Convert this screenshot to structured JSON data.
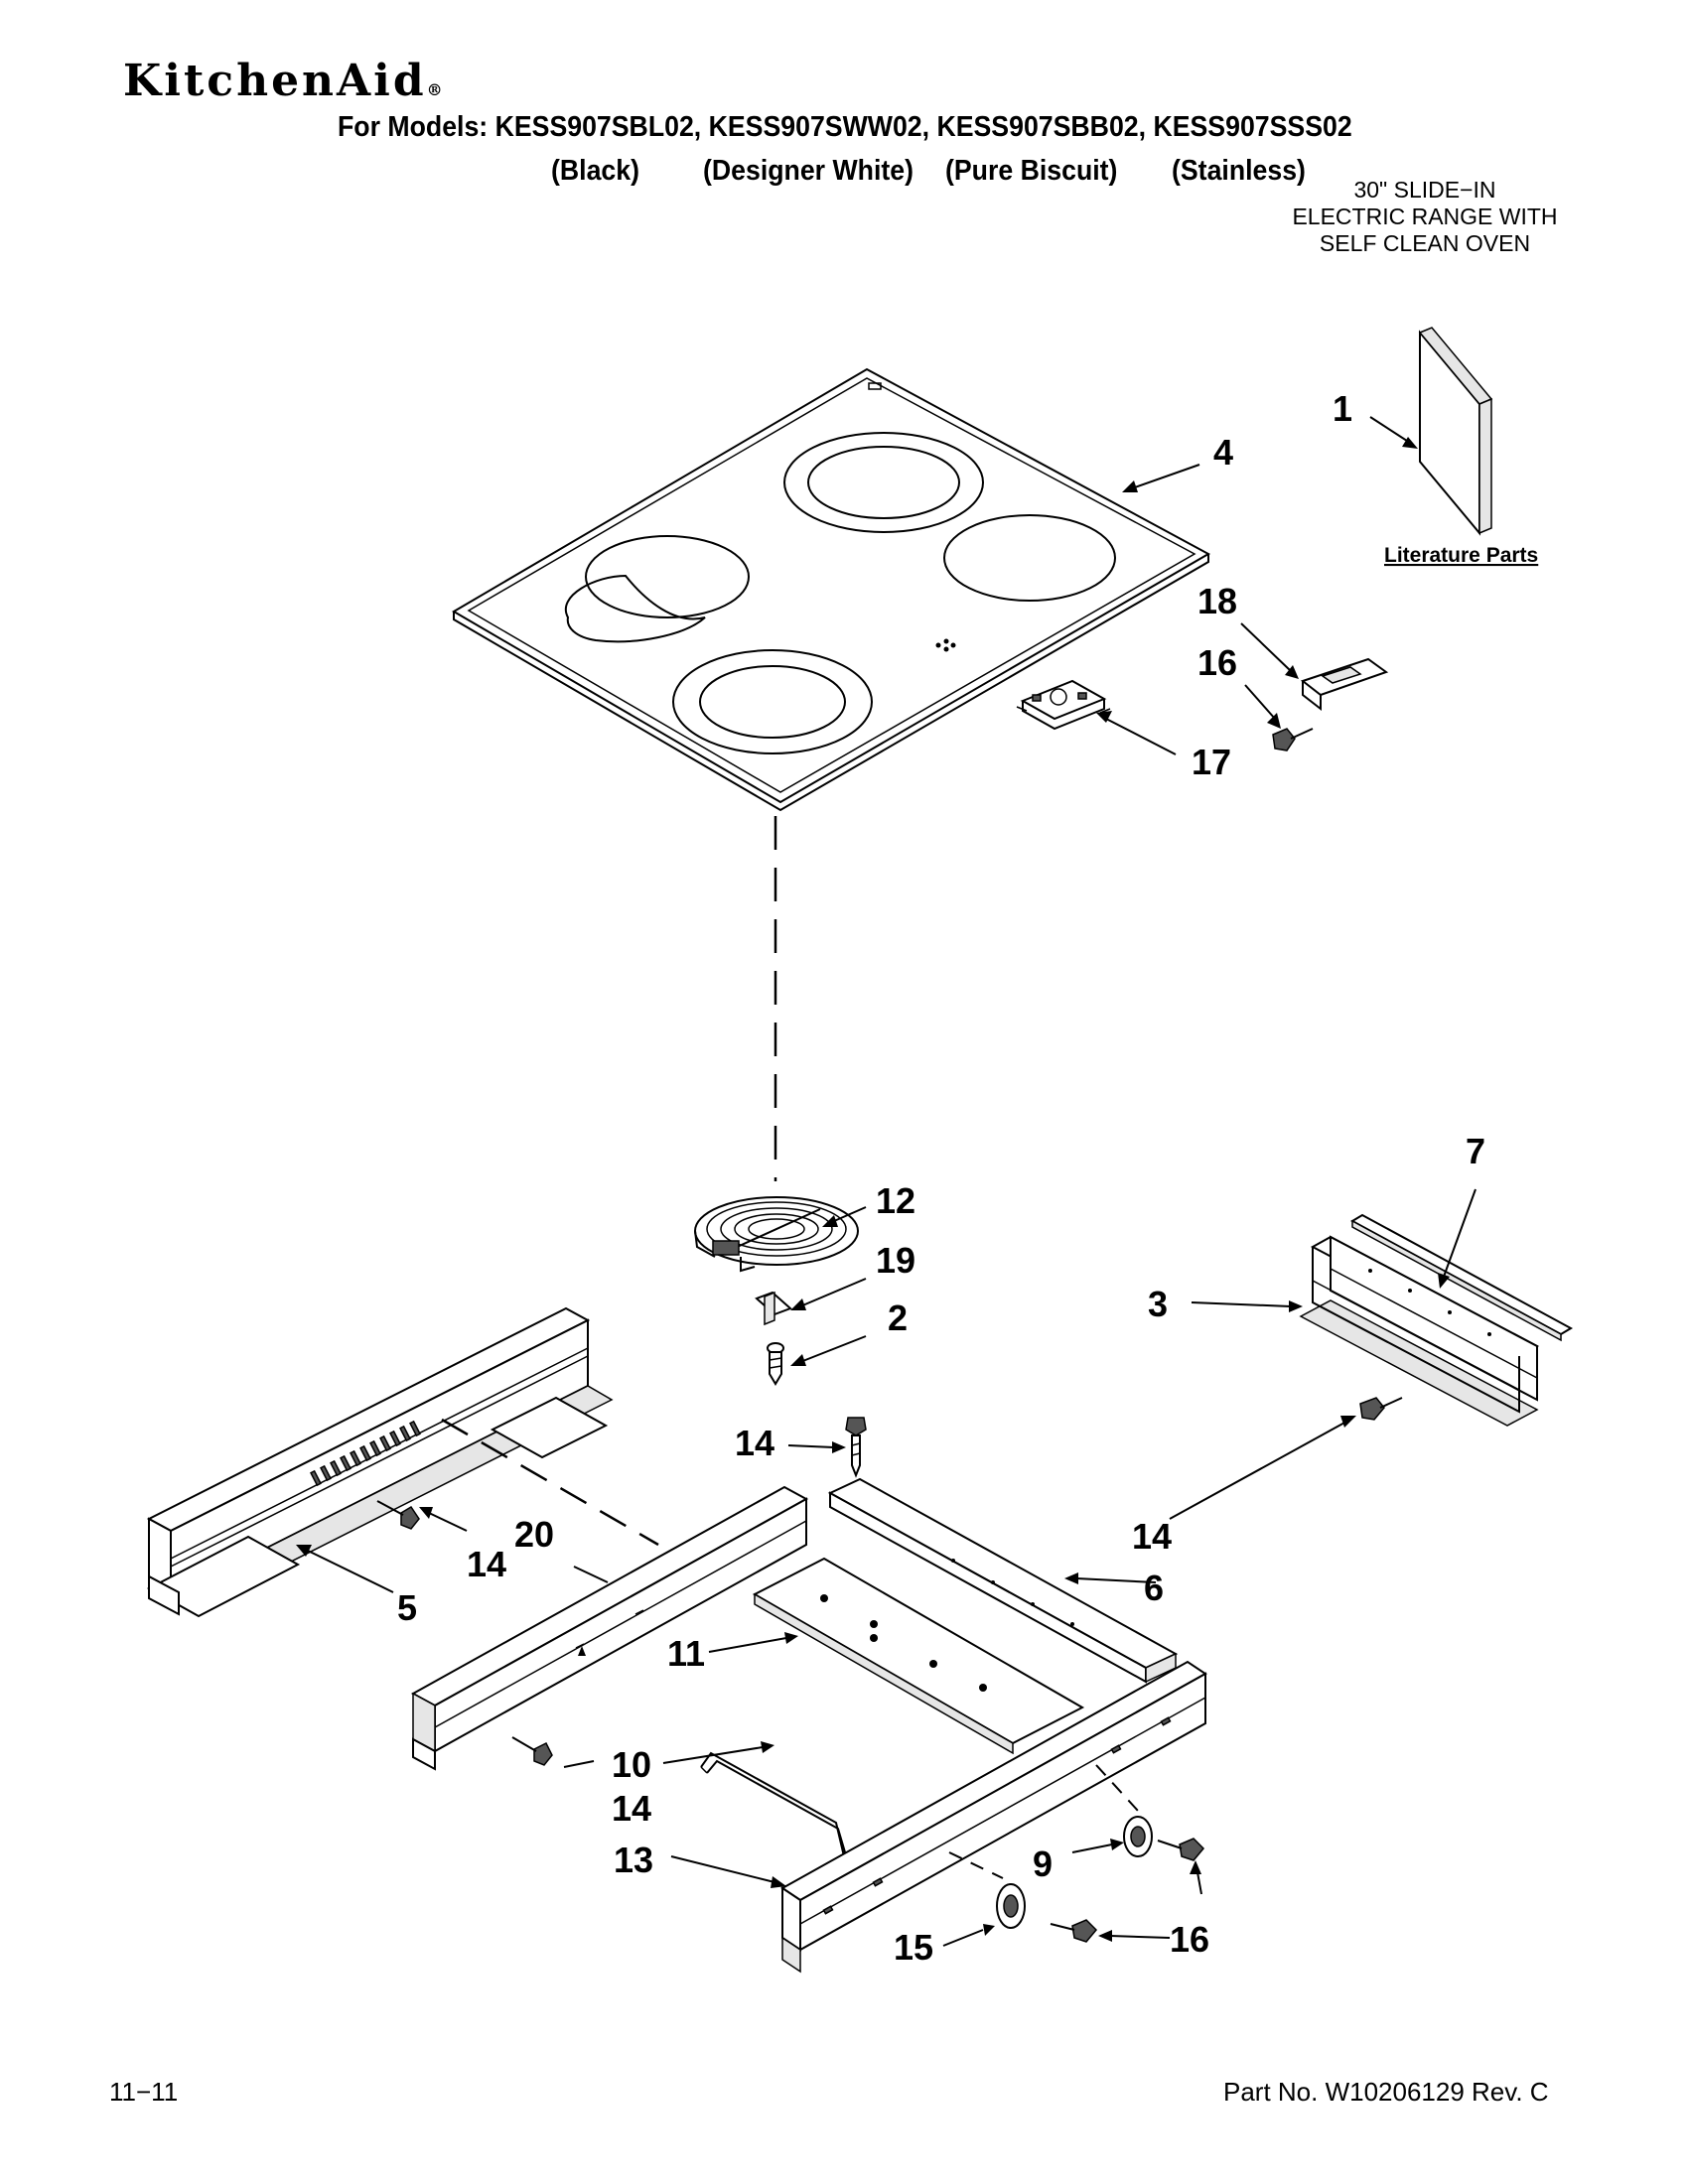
{
  "header": {
    "brand": "KitchenAid",
    "brand_mark": "®",
    "models_line": "For Models: KESS907SBL02, KESS907SWW02, KESS907SBB02, KESS907SSS02",
    "colors": [
      "(Black)",
      "(Designer White)",
      "(Pure Biscuit)",
      "(Stainless)"
    ],
    "product": [
      "30\" SLIDE−IN",
      "ELECTRIC RANGE WITH",
      "SELF CLEAN OVEN"
    ]
  },
  "diagram": {
    "literature_label": "Literature Parts",
    "callouts": {
      "c1": "1",
      "c4": "4",
      "c18": "18",
      "c16a": "16",
      "c17": "17",
      "c12": "12",
      "c19": "19",
      "c2": "2",
      "c7": "7",
      "c3": "3",
      "c14a": "14",
      "c14b": "14",
      "c14c": "14",
      "c14d": "14",
      "c20": "20",
      "c5": "5",
      "c6": "6",
      "c11": "11",
      "c10": "10",
      "c13": "13",
      "c9": "9",
      "c15": "15",
      "c16b": "16"
    }
  },
  "footer": {
    "date": "11−11",
    "part_no": "Part No. W10206129 Rev. C"
  }
}
